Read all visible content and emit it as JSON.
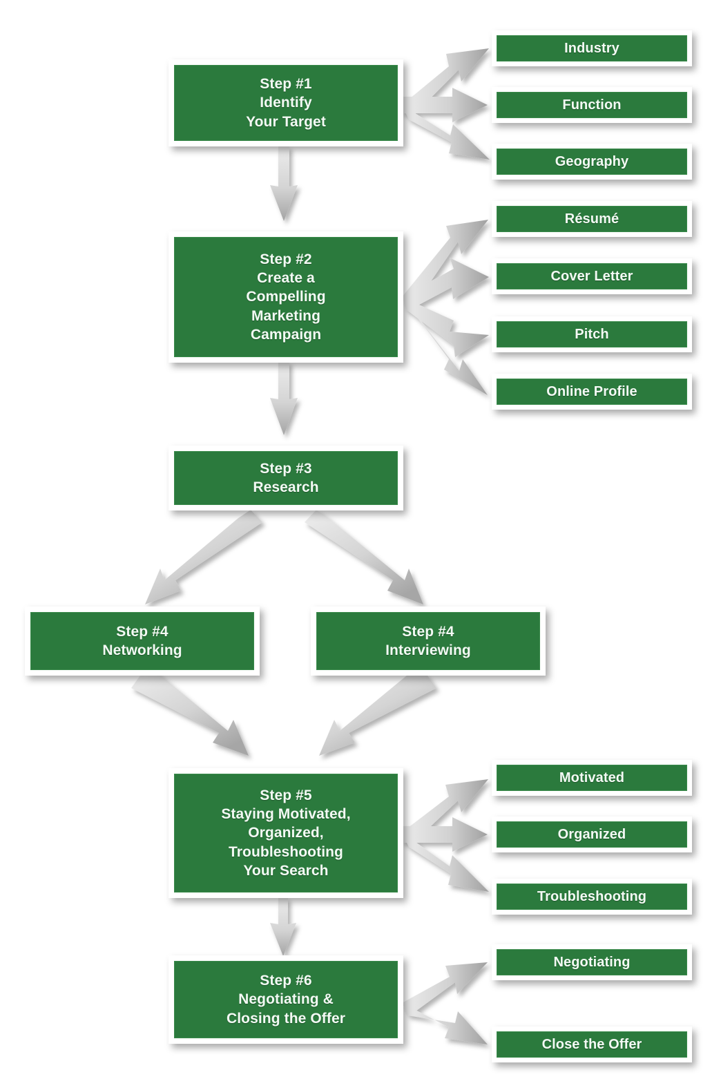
{
  "diagram": {
    "title": "Six-Step Job Search Process Flowchart",
    "colors": {
      "node_fill": "#2b7a3d",
      "node_border": "#ffffff",
      "node_text": "#f3faf4",
      "arrow_light": "#e2e2e2",
      "arrow_dark": "#9a9a9a",
      "background": "#ffffff"
    },
    "steps": [
      {
        "id": "step1",
        "label": "Step #1\nIdentify\nYour Target",
        "branches": [
          {
            "id": "industry",
            "label": "Industry"
          },
          {
            "id": "function",
            "label": "Function"
          },
          {
            "id": "geography",
            "label": "Geography"
          }
        ]
      },
      {
        "id": "step2",
        "label": "Step #2\nCreate a\nCompelling\nMarketing\nCampaign",
        "branches": [
          {
            "id": "resume",
            "label": "Résumé"
          },
          {
            "id": "cover-letter",
            "label": "Cover Letter"
          },
          {
            "id": "pitch",
            "label": "Pitch"
          },
          {
            "id": "online-profile",
            "label": "Online Profile"
          }
        ]
      },
      {
        "id": "step3",
        "label": "Step #3\nResearch",
        "branches": []
      },
      {
        "id": "step4-networking",
        "label": "Step #4\nNetworking",
        "branches": []
      },
      {
        "id": "step4-interviewing",
        "label": "Step #4\nInterviewing",
        "branches": []
      },
      {
        "id": "step5",
        "label": "Step #5\nStaying Motivated,\nOrganized,\nTroubleshooting\nYour Search",
        "branches": [
          {
            "id": "motivated",
            "label": "Motivated"
          },
          {
            "id": "organized",
            "label": "Organized"
          },
          {
            "id": "troubleshooting",
            "label": "Troubleshooting"
          }
        ]
      },
      {
        "id": "step6",
        "label": "Step #6\nNegotiating &\nClosing the Offer",
        "branches": [
          {
            "id": "negotiating",
            "label": "Negotiating"
          },
          {
            "id": "close-the-offer",
            "label": "Close the Offer"
          }
        ]
      }
    ],
    "connections": [
      {
        "from": "step1",
        "to": "step2",
        "kind": "vertical-arrow"
      },
      {
        "from": "step2",
        "to": "step3",
        "kind": "vertical-arrow"
      },
      {
        "from": "step3",
        "to": "step4-networking",
        "kind": "diagonal-arrow"
      },
      {
        "from": "step3",
        "to": "step4-interviewing",
        "kind": "diagonal-arrow"
      },
      {
        "from": "step4-networking",
        "to": "step5",
        "kind": "diagonal-arrow"
      },
      {
        "from": "step4-interviewing",
        "to": "step5",
        "kind": "diagonal-arrow"
      },
      {
        "from": "step5",
        "to": "step6",
        "kind": "vertical-arrow"
      }
    ]
  }
}
